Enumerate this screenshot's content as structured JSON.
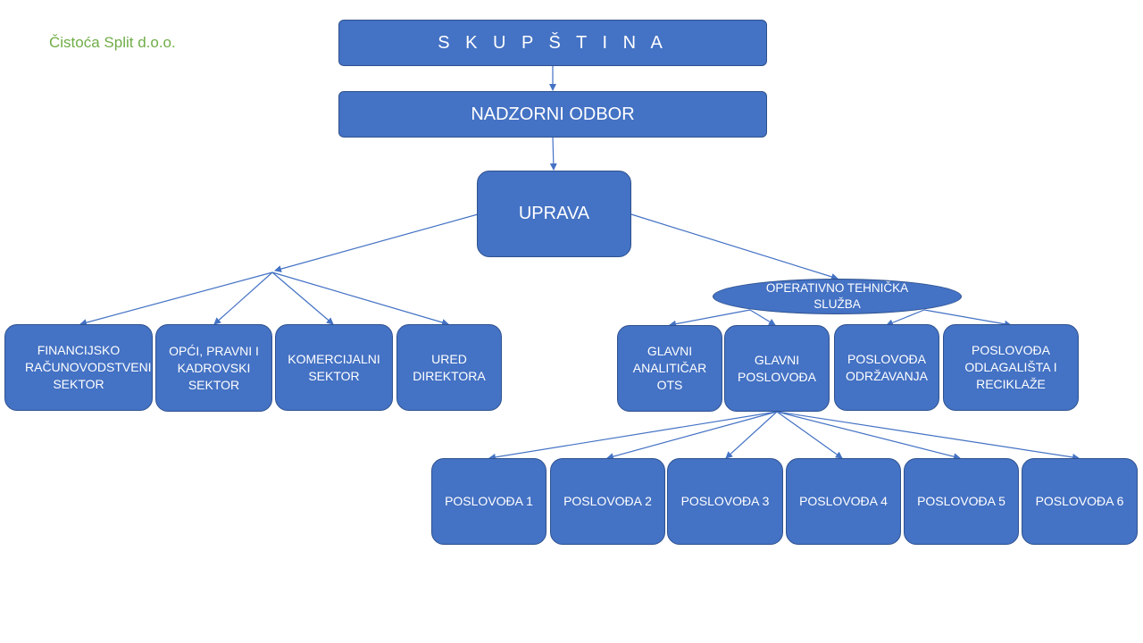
{
  "company": "Čistoća Split d.o.o.",
  "colors": {
    "box_fill": "#4472c4",
    "box_border": "#2f528f",
    "connector": "#4472c4",
    "company_text": "#70ad47"
  },
  "nodes": {
    "skupstina": "S K U P Š T I N A",
    "nadzorni_odbor": "NADZORNI ODBOR",
    "uprava": "UPRAVA",
    "financijsko": "FINANCIJSKO RAČUNOVODSTVENI SEKTOR",
    "opci": "OPĆI, PRAVNI I KADROVSKI SEKTOR",
    "komercijalni": "KOMERCIJALNI SEKTOR",
    "ured": "URED DIREKTORA",
    "operativno": "OPERATIVNO TEHNIČKA SLUŽBA",
    "glavni_analiticar": "GLAVNI ANALITIČAR OTS",
    "glavni_poslovoda": "GLAVNI POSLOVOĐA",
    "poslovoda_odrzavanja": "POSLOVOĐA ODRŽAVANJA",
    "poslovoda_odlagalista": "POSLOVOĐA ODLAGALIŠTA I RECIKLAŽE",
    "poslovoda_1": "POSLOVOĐA 1",
    "poslovoda_2": "POSLOVOĐA 2",
    "poslovoda_3": "POSLOVOĐA 3",
    "poslovoda_4": "POSLOVOĐA 4",
    "poslovoda_5": "POSLOVOĐA 5",
    "poslovoda_6": "POSLOVOĐA 6"
  }
}
